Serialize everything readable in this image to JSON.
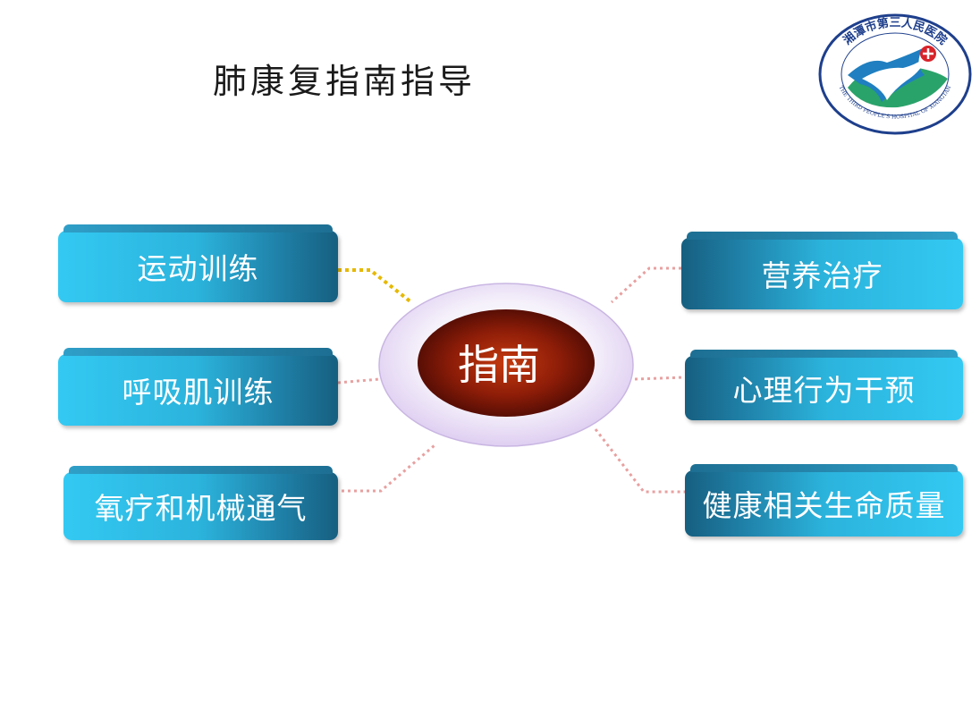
{
  "title": "肺康复指南指导",
  "center_label": "指南",
  "logo": {
    "ring_text": "湘潭市第三人民医院",
    "english_text": "THE THIRD PEOPLE'S HOSPITAL OF XIANGTAN"
  },
  "left_items": [
    "运动训练",
    "呼吸肌训练",
    "氧疗和机械通气"
  ],
  "right_items": [
    "营养治疗",
    "心理行为干预",
    "健康相关生命质量"
  ],
  "colors": {
    "box": "#2bb3dc",
    "center_dark": "#7a1608",
    "highlight_link": "#e6b800",
    "link": "#e8a0a0"
  }
}
